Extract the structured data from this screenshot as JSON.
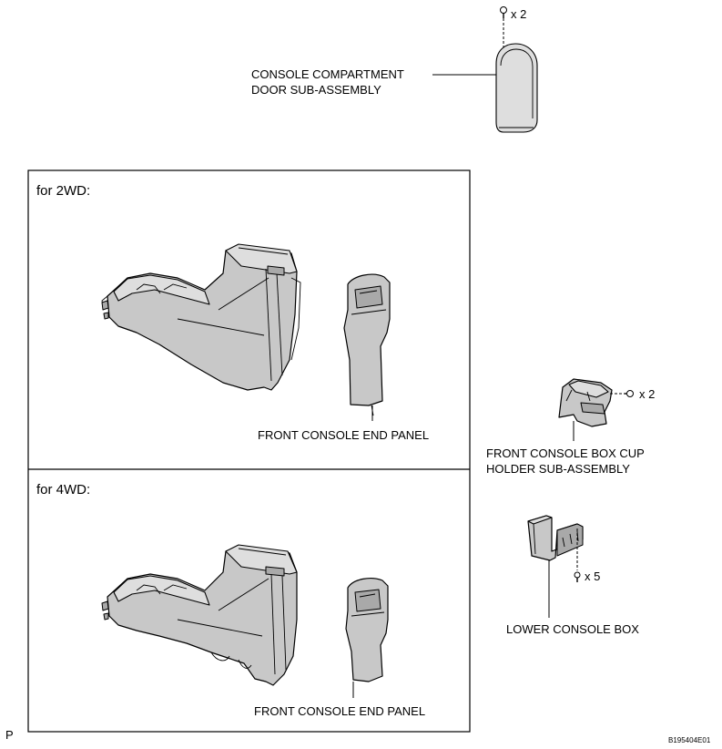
{
  "labels": {
    "compartment_door_line1": "CONSOLE COMPARTMENT",
    "compartment_door_line2": "DOOR SUB-ASSEMBLY",
    "compartment_door_qty": "x 2",
    "variant_2wd": "for 2WD:",
    "variant_4wd": "for 4WD:",
    "end_panel_2wd": "FRONT CONSOLE END PANEL",
    "end_panel_4wd": "FRONT CONSOLE END PANEL",
    "cup_holder_line1": "FRONT CONSOLE BOX CUP",
    "cup_holder_line2": "HOLDER SUB-ASSEMBLY",
    "cup_holder_qty": "x 2",
    "lower_box": "LOWER CONSOLE BOX",
    "lower_box_qty": "x 5",
    "corner_mark": "P",
    "figure_code": "B195404E01"
  },
  "icons": {
    "screw": "screw-icon",
    "clip": "clip-icon"
  },
  "colors": {
    "line": "#000000",
    "part_fill": "#c8c8c8",
    "background": "#ffffff"
  }
}
